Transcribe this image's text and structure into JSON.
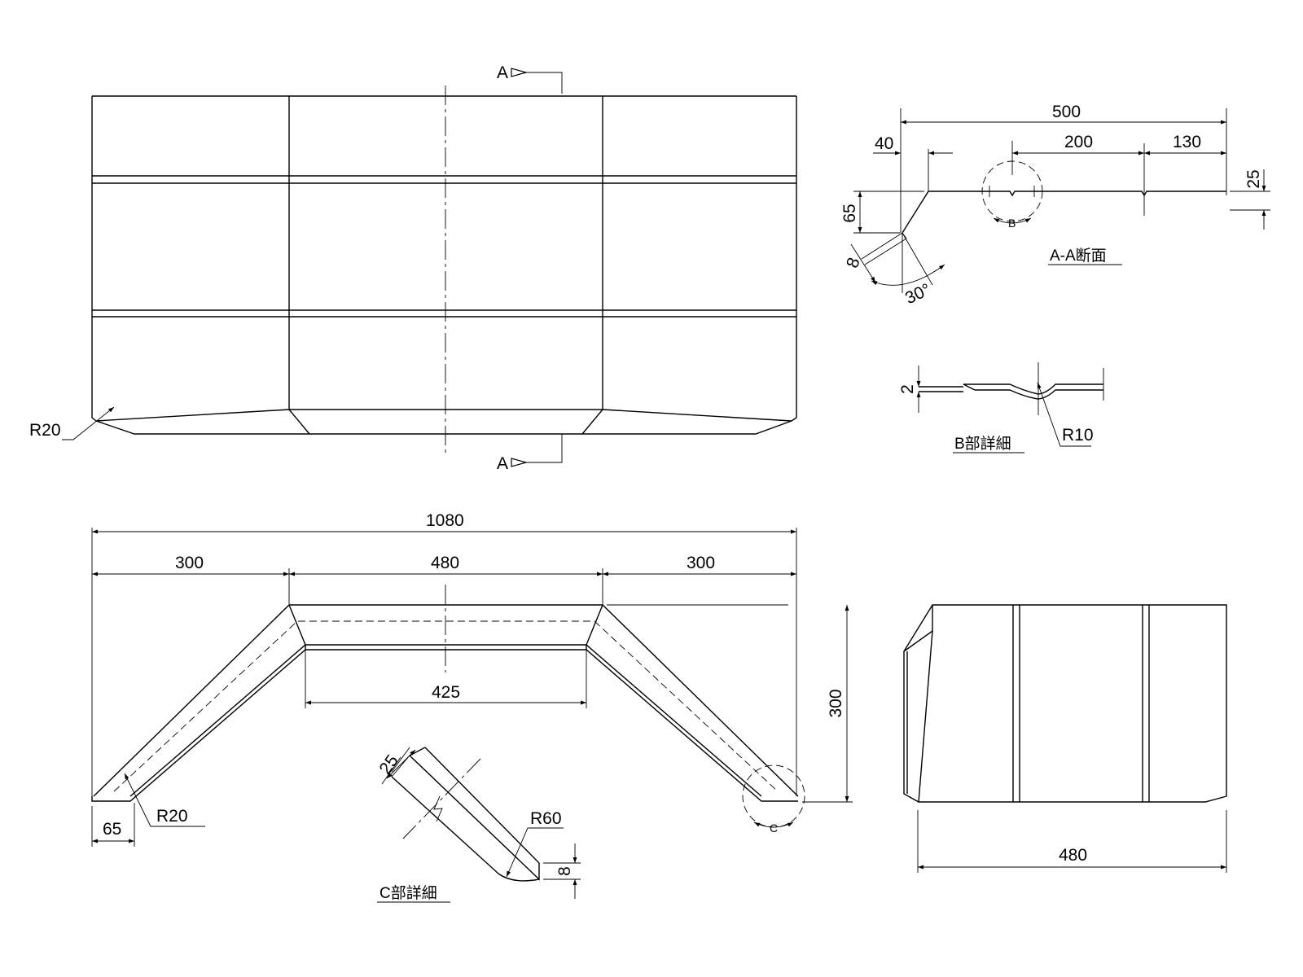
{
  "section_marks": {
    "top": "A",
    "bottom": "A"
  },
  "front_view": {
    "radius_label": "R20"
  },
  "bottom_view": {
    "overall_width": "1080",
    "left_segment": "300",
    "center_segment": "480",
    "right_segment": "300",
    "inner_width": "425",
    "height": "300",
    "flange_width": "65",
    "radius_label": "R20",
    "detail_marker": "C"
  },
  "section_aa": {
    "title": "A-A断面",
    "total_width": "500",
    "offset_left": "40",
    "middle_span": "200",
    "right_span": "130",
    "height_right": "25",
    "height_left": "65",
    "thickness": "8",
    "angle": "30°",
    "detail_marker": "B"
  },
  "detail_b": {
    "title": "B部詳細",
    "thickness": "2",
    "radius_label": "R10"
  },
  "detail_c": {
    "title": "C部詳細",
    "width": "25",
    "radius_label": "R60",
    "thickness": "8"
  },
  "side_view": {
    "width": "480"
  }
}
